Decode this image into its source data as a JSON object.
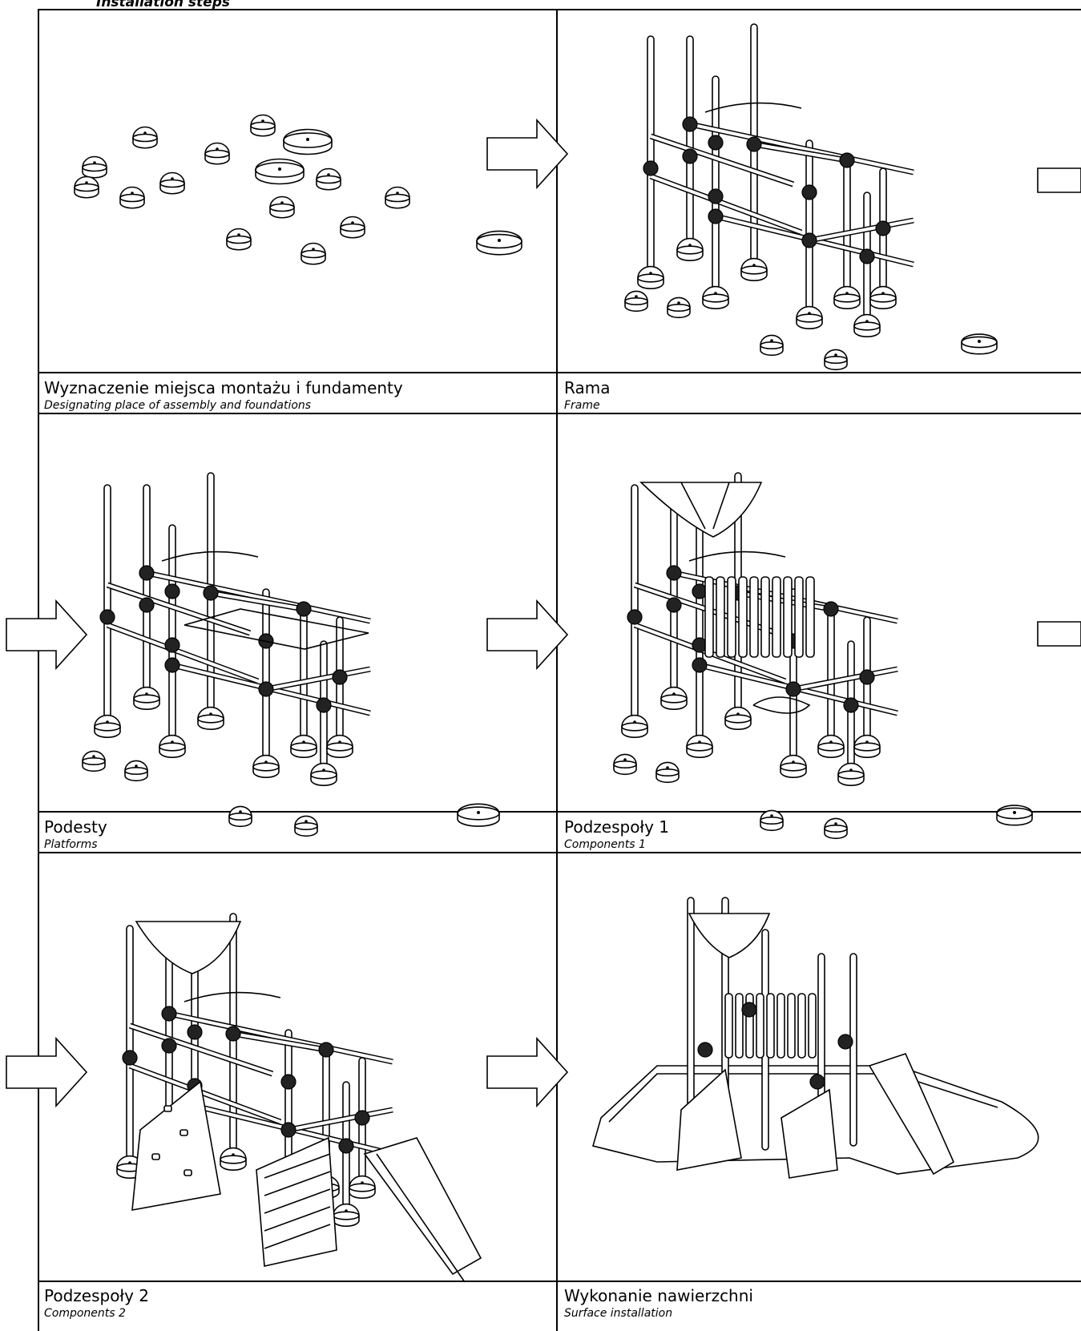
{
  "header": {
    "title": "Installation steps"
  },
  "steps": [
    {
      "title_pl": "Wyznaczenie miejsca montażu i fundamenty",
      "title_en": "Designating  place of assembly and foundations"
    },
    {
      "title_pl": "Rama",
      "title_en": "Frame"
    },
    {
      "title_pl": "Podesty",
      "title_en": "Platforms"
    },
    {
      "title_pl": "Podzespoły 1",
      "title_en": "Components 1"
    },
    {
      "title_pl": "Podzespoły 2",
      "title_en": "Components 2"
    },
    {
      "title_pl": "Wykonanie nawierzchni",
      "title_en": "Surface installation"
    }
  ],
  "icons": {
    "flow": "arrow-right-icon"
  }
}
